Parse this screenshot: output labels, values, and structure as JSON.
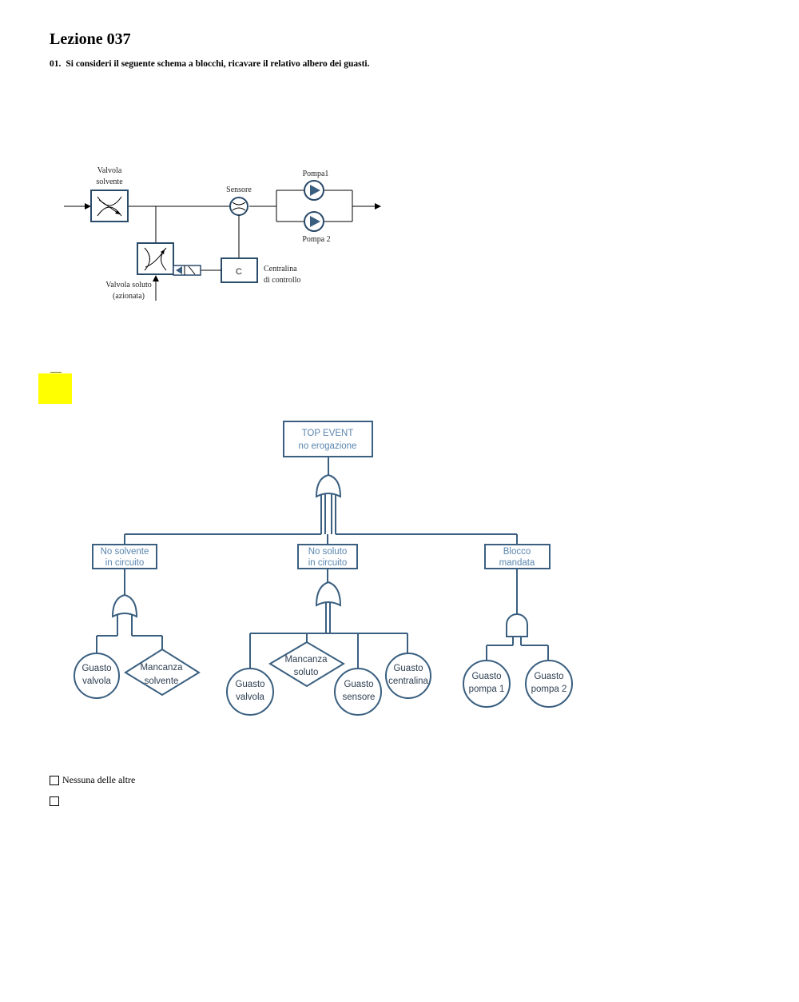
{
  "page": {
    "title": "Lezione 037",
    "question": {
      "number": "01.",
      "text": "Si consideri il seguente schema a blocchi, ricavare il relativo albero dei guasti."
    }
  },
  "block_diagram": {
    "valvola_solvente": [
      "Valvola",
      "solvente"
    ],
    "sensore": "Sensore",
    "pompa1": "Pompa1",
    "pompa2": "Pompa 2",
    "centralina_symbol": "C",
    "centralina": [
      "Centralina",
      "di controllo"
    ],
    "valvola_soluto": [
      "Valvola soluto",
      "(azionata)"
    ]
  },
  "fault_tree": {
    "line_color": "#3a5f80",
    "text_color": "#5a86b0",
    "top_event": [
      "TOP EVENT",
      "no erogazione"
    ],
    "intermediate": {
      "no_solvente": [
        "No solvente",
        "in circuito"
      ],
      "no_soluto": [
        "No soluto",
        "in circuito"
      ],
      "blocco": [
        "Blocco",
        "mandata"
      ]
    },
    "basic": {
      "guasto_valvola_1": [
        "Guasto",
        "valvola"
      ],
      "mancanza_solvente": [
        "Mancanza",
        "solvente"
      ],
      "guasto_valvola_2": [
        "Guasto",
        "valvola"
      ],
      "mancanza_soluto": [
        "Mancanza",
        "soluto"
      ],
      "guasto_sensore": [
        "Guasto",
        "sensore"
      ],
      "guasto_centralina": [
        "Guasto",
        "centralina"
      ],
      "guasto_pompa1": [
        "Guasto",
        "pompa 1"
      ],
      "guasto_pompa2": [
        "Guasto",
        "pompa 2"
      ]
    }
  },
  "answers": [
    {
      "label": "Nessuna delle altre"
    },
    {
      "label": ""
    }
  ]
}
